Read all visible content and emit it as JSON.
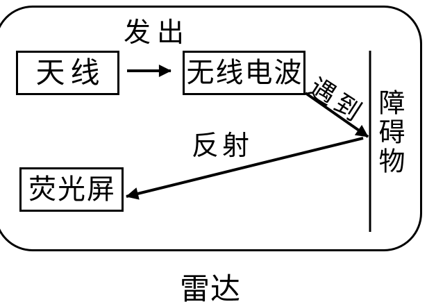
{
  "diagram": {
    "caption": "雷达",
    "nodes": {
      "antenna": {
        "label": "天线"
      },
      "radio_wave": {
        "label": "无线电波"
      },
      "screen": {
        "label": "荧光屏"
      },
      "obstacle": {
        "label": "障碍物"
      }
    },
    "edges": {
      "emit": {
        "label": "发出",
        "from": "天线",
        "to": "无线电波"
      },
      "encounter": {
        "label": "遇到",
        "from": "无线电波",
        "to": "障碍物"
      },
      "reflect": {
        "label": "反射",
        "from": "障碍物",
        "to": "荧光屏"
      }
    },
    "colors": {
      "stroke": "#000000",
      "background": "#ffffff"
    }
  }
}
